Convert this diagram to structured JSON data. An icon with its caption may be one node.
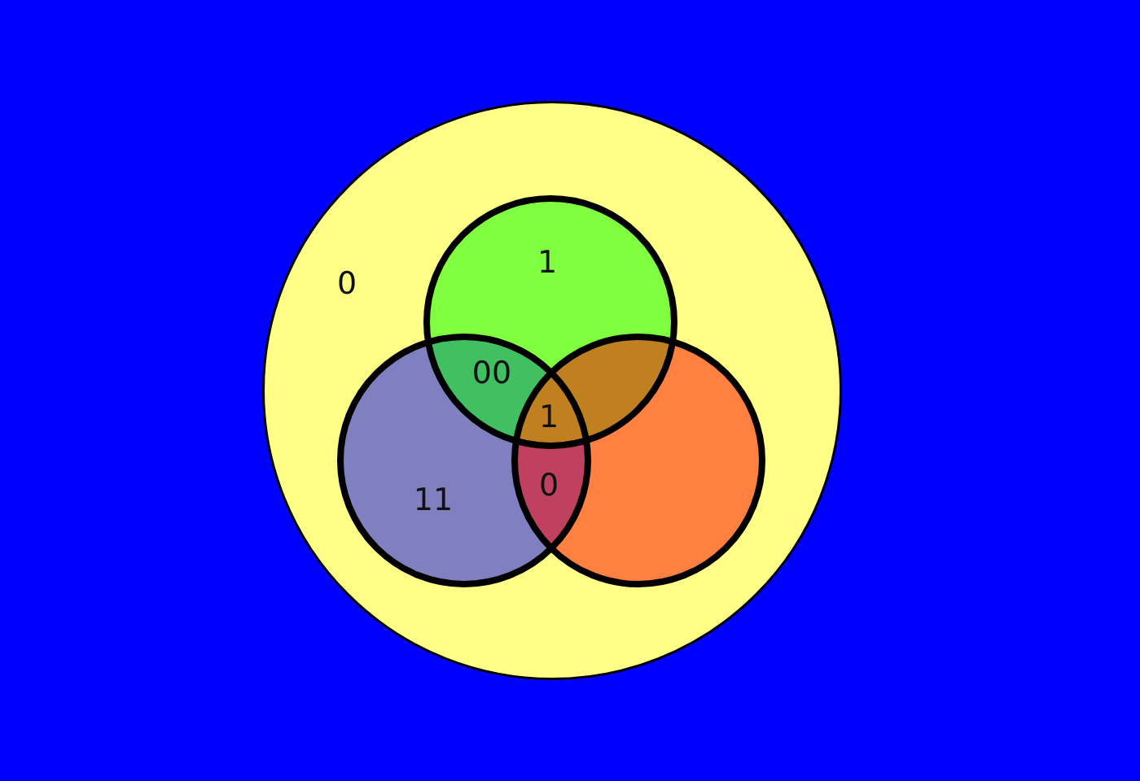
{
  "diagram": {
    "nodes": [
      {
        "text": [
          "0"
        ]
      },
      {
        "text": [
          "1"
        ],
        "in": 0
      },
      {
        "text": [
          "11"
        ],
        "in": 0
      },
      {
        "text": [],
        "shape": "circle",
        "in": 0
      }
    ],
    "labels": [
      "00",
      "1",
      "0"
    ]
  }
}
